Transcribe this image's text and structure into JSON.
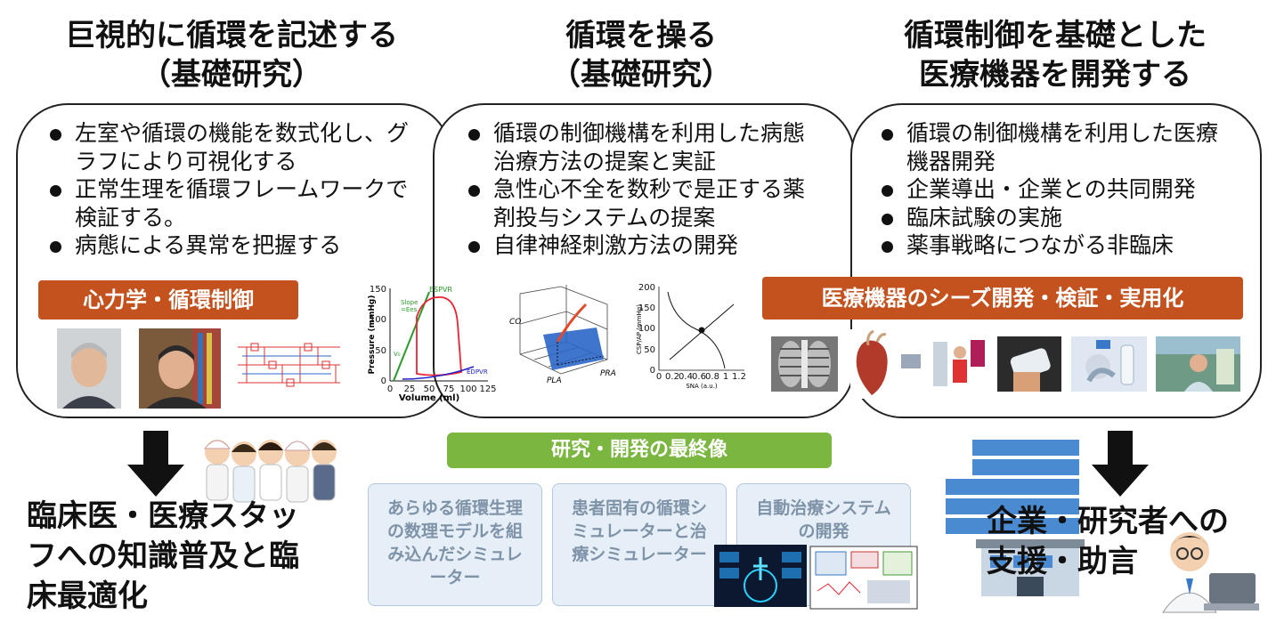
{
  "columns": [
    {
      "title_line1": "巨視的に循環を記述する",
      "title_line2": "（基礎研究）",
      "bullets": [
        "左室や循環の機能を数式化し、グラフにより可視化する",
        "正常生理を循環フレームワークで検証する。",
        "病態による異常を把握する"
      ],
      "tag": "心力学・循環制御"
    },
    {
      "title_line1": "循環を操る",
      "title_line2": "（基礎研究）",
      "bullets": [
        "循環の制御機構を利用した病態治療方法の提案と実証",
        "急性心不全を数秒で是正する薬剤投与システムの提案",
        "自律神経刺激方法の開発"
      ]
    },
    {
      "title_line1": "循環制御を基礎とした",
      "title_line2": "医療機器を開発する",
      "bullets": [
        "循環の制御機構を利用した医療機器開発",
        "企業導出・企業との共同開発",
        "臨床試験の実施",
        "薬事戦略につながる非臨床"
      ],
      "tag": "医療機器のシーズ開発・検証・実用化"
    }
  ],
  "pv_chart": {
    "ylabel": "Pressure (mmHg)",
    "xlabel": "Volume (ml)",
    "yticks": [
      "0",
      "50",
      "100",
      "150"
    ],
    "xticks": [
      "0",
      "25",
      "50",
      "75",
      "100",
      "125"
    ],
    "labels": {
      "espvr": "ESPVR",
      "slope": "Slope",
      "ees": "=Ees",
      "v0": "V₀",
      "edpvr": "EDPVR"
    }
  },
  "surface_chart": {
    "zlabel": "CO",
    "xlabel": "PLA",
    "ylabel": "PRA"
  },
  "sna_chart": {
    "ylabel": "CSP/AP (mmHg)",
    "xlabel": "SNA (a.u.)",
    "yticks": [
      "0",
      "50",
      "100",
      "150",
      "200"
    ],
    "xticks": [
      "0",
      "0.2",
      "0.4",
      "0.6",
      "0.8",
      "1",
      "1.2"
    ]
  },
  "final_banner": "研究・開発の最終像",
  "goals": [
    "あらゆる循環生理の数理モデルを組み込んだシミュレーター",
    "患者固有の循環シミュレーターと治療シミュレーター",
    "自動治療システムの開発"
  ],
  "left_outcome": [
    "臨床医・医療スタッ",
    "フへの知識普及と臨",
    "床最適化"
  ],
  "right_outcome": [
    "企業・研究者への",
    "支援・助言"
  ],
  "colors": {
    "tag": "#c4521f",
    "banner": "#7ab640",
    "goal_bg": "#e6eef7",
    "goal_text": "#7f93a8"
  }
}
